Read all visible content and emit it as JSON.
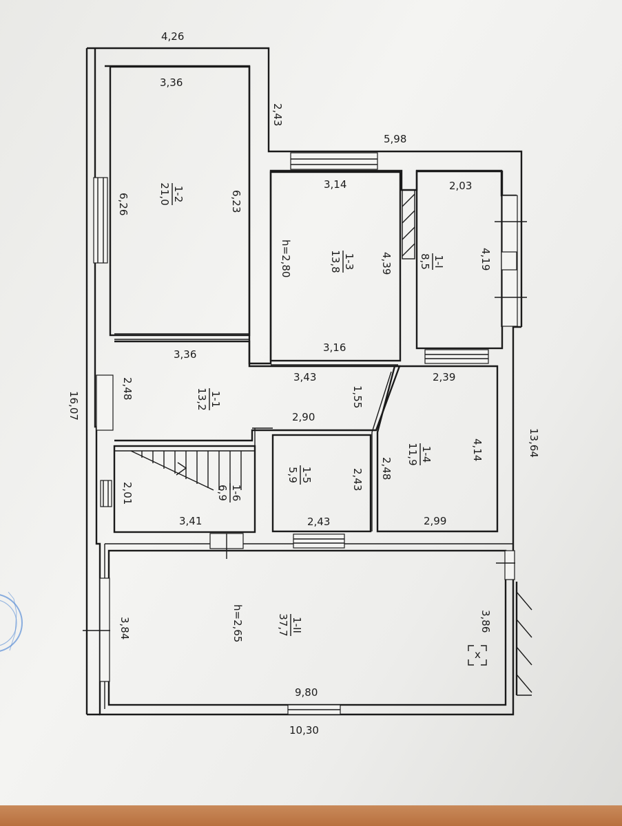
{
  "outer_dims": {
    "top": "4,26",
    "step": "2,43",
    "top_right": "5,98",
    "left": "16,07",
    "right": "13,64",
    "bottom": "10,30"
  },
  "rooms": [
    {
      "id": "1-2",
      "area": "21,0",
      "dims": {
        "top": "3,36",
        "left": "6,26",
        "right": "6,23"
      }
    },
    {
      "id": "1-3",
      "area": "13,8",
      "height": "h=2,80",
      "dims": {
        "top": "3,14",
        "right": "4,39",
        "bottom": "3,16"
      }
    },
    {
      "id": "1-І",
      "area": "8,5",
      "dims": {
        "top": "2,03",
        "right": "4,19"
      }
    },
    {
      "id": "1-1",
      "area": "13,2",
      "dims": {
        "top": "3,36",
        "left": "2,48",
        "top_right": "3,43",
        "right": "1,55",
        "bottom": "2,90"
      }
    },
    {
      "id": "1-4",
      "area": "11,9",
      "dims": {
        "top": "2,39",
        "right": "4,14",
        "left": "2,48",
        "bottom": "2,99"
      }
    },
    {
      "id": "1-5",
      "area": "5,9",
      "dims": {
        "right": "2,43",
        "bottom": "2,43"
      }
    },
    {
      "id": "1-6",
      "area": "6,9",
      "dims": {
        "left": "2,01",
        "bottom": "3,41"
      }
    },
    {
      "id": "1-ІІ",
      "area": "37,7",
      "height": "h=2,65",
      "dims": {
        "left": "3,84",
        "right": "3,86",
        "bottom": "9,80"
      }
    }
  ],
  "colors": {
    "ink": "#1a1a1a",
    "paper": "#f1f1ef",
    "stamp": "#5b8fd6"
  }
}
